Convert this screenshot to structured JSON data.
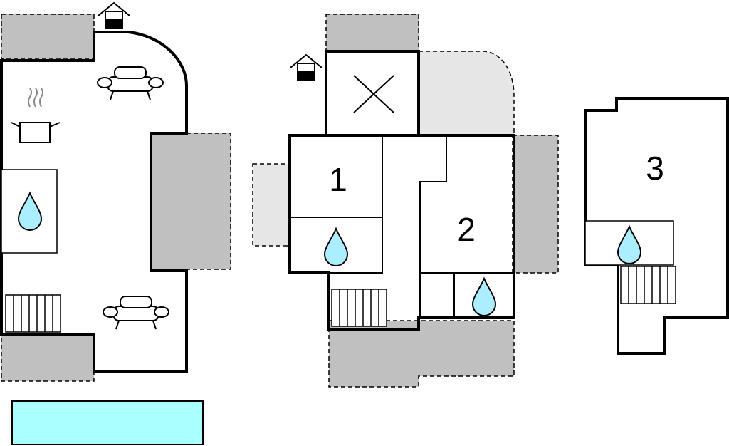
{
  "colors": {
    "terrace": "#c0c0c0",
    "terrace_light": "#e6e6e6",
    "pool": "#aaffff",
    "water": "#aaeeff"
  },
  "rooms": [
    {
      "label": "1"
    },
    {
      "label": "2"
    },
    {
      "label": "3"
    }
  ],
  "icons": [
    "house-icon",
    "sofa-icon",
    "cooking-pot-icon",
    "water-drop-icon",
    "stairs-icon",
    "cross-icon"
  ]
}
